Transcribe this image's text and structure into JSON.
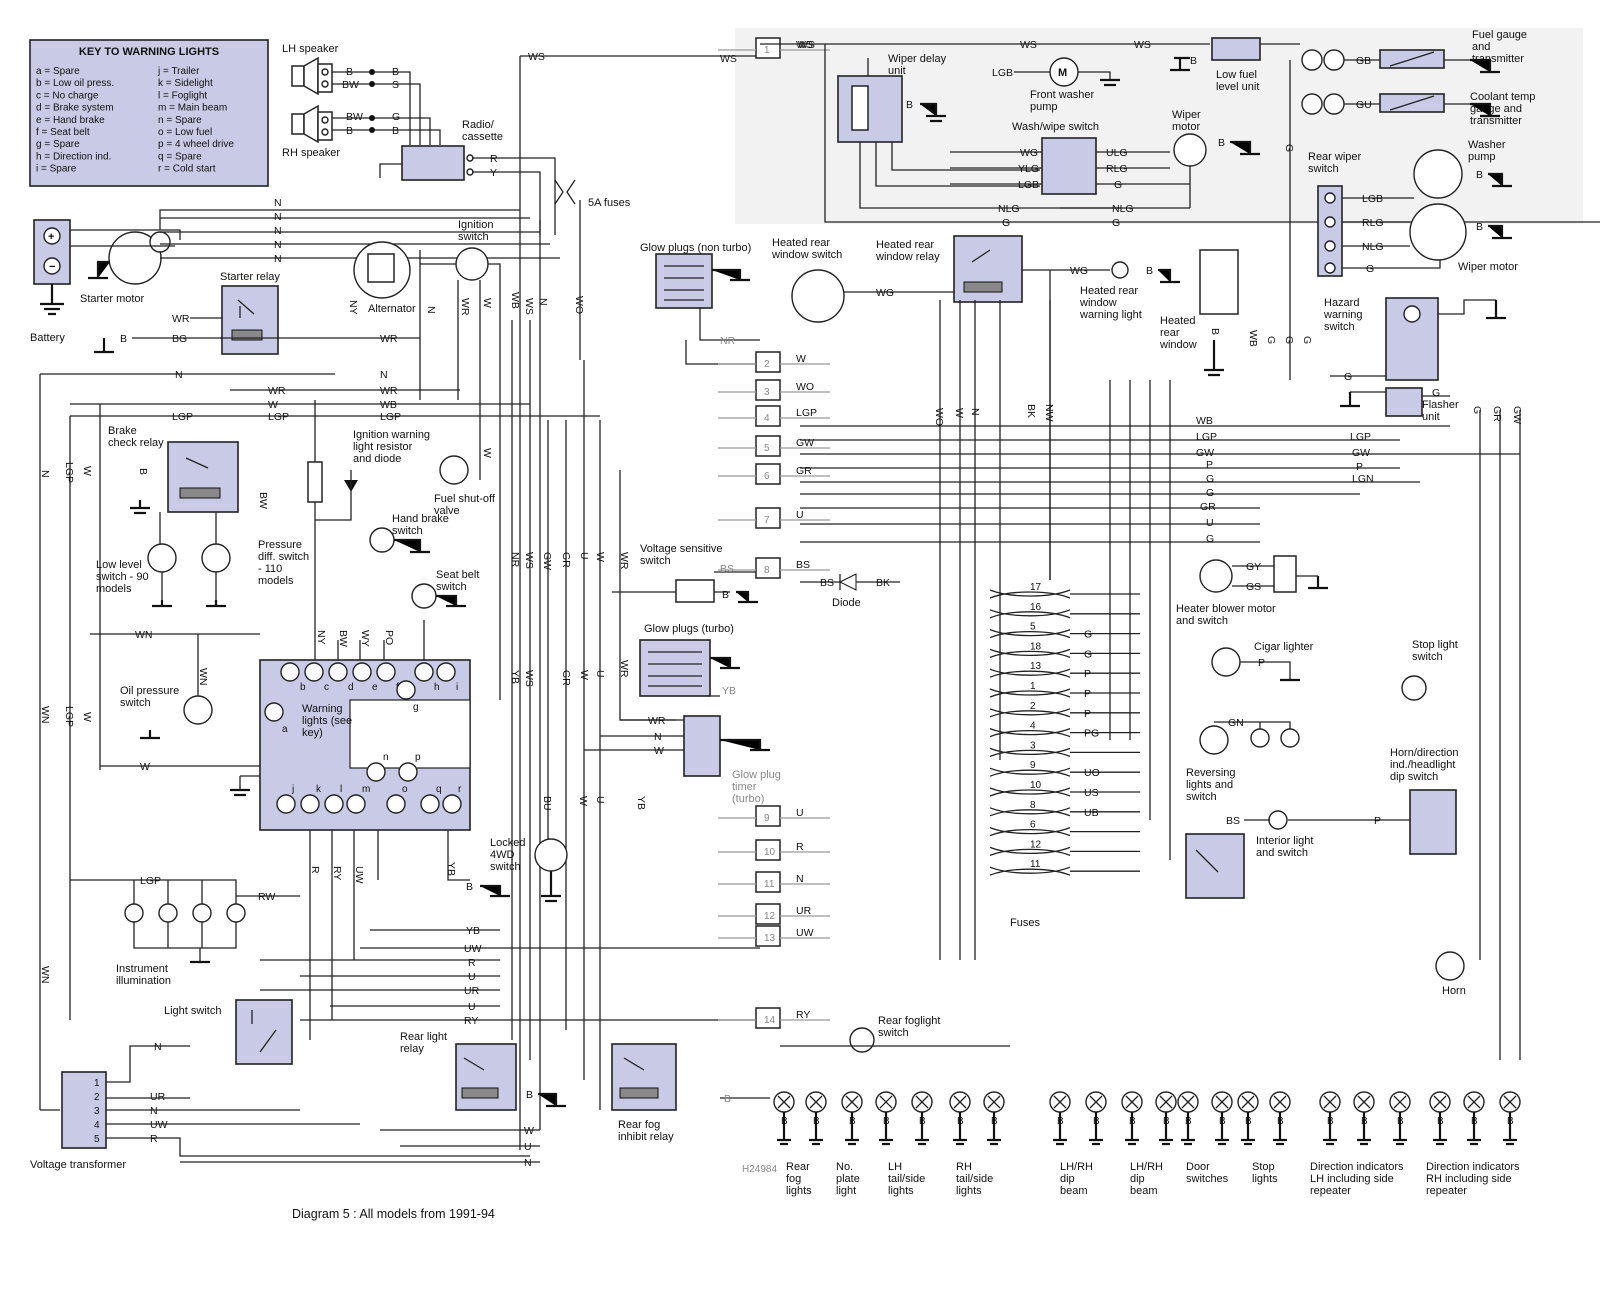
{
  "key": {
    "title": "KEY TO WARNING LIGHTS",
    "left": [
      "a = Spare",
      "b = Low oil press.",
      "c = No charge",
      "d = Brake system",
      "e = Hand brake",
      "f = Seat belt",
      "g = Spare",
      "h = Direction ind.",
      "i = Spare"
    ],
    "right": [
      "j = Trailer",
      "k = Sidelight",
      "l = Foglight",
      "m = Main beam",
      "n = Spare",
      "o = Low fuel",
      "p = 4 wheel drive",
      "q = Spare",
      "r = Cold start"
    ]
  },
  "components": {
    "lh_speaker": "LH speaker",
    "rh_speaker": "RH speaker",
    "radio": "Radio/\ncassette",
    "fuses_5a": "5A fuses",
    "battery": "Battery",
    "starter_motor": "Starter motor",
    "starter_relay": "Starter relay",
    "alternator": "Alternator",
    "ignition_switch": "Ignition\nswitch",
    "brake_check_relay": "Brake\ncheck relay",
    "ign_resistor": "Ignition warning\nlight resistor\nand diode",
    "fuel_shutoff": "Fuel shut-off\nvalve",
    "low_level_switch": "Low level\nswitch - 90\nmodels",
    "pressure_diff": "Pressure\ndiff. switch\n- 110\nmodels",
    "hand_brake_switch": "Hand brake\nswitch",
    "seat_belt_switch": "Seat belt\nswitch",
    "oil_pressure_switch": "Oil pressure\nswitch",
    "warning_lights": "Warning\nlights (see\nkey)",
    "instrument_illumination": "Instrument\nillumination",
    "light_switch": "Light switch",
    "voltage_transformer": "Voltage transformer",
    "locked_4wd": "Locked\n4WD\nswitch",
    "rear_light_relay": "Rear light\nrelay",
    "rear_fog_inhibit": "Rear fog\ninhibit relay",
    "glow_plugs_nonturbo": "Glow plugs (non turbo)",
    "glow_plugs_turbo": "Glow plugs (turbo)",
    "voltage_sensitive": "Voltage sensitive\nswitch",
    "glow_plug_timer": "Glow plug\ntimer\n(turbo)",
    "wiper_delay": "Wiper delay\nunit",
    "front_washer": "Front washer\npump",
    "wash_wipe": "Wash/wipe switch",
    "wiper_motor_front": "Wiper\nmotor",
    "low_fuel_unit": "Low fuel\nlevel unit",
    "fuel_gauge": "Fuel gauge\nand\ntransmitter",
    "coolant_gauge": "Coolant temp\ngauge and\ntransmitter",
    "rear_wiper_switch": "Rear wiper\nswitch",
    "washer_pump": "Washer\npump",
    "wiper_motor_rear": "Wiper motor",
    "heated_rear_switch": "Heated rear\nwindow switch",
    "heated_rear_relay": "Heated rear\nwindow relay",
    "heated_rear_warning": "Heated rear\nwindow\nwarning light",
    "heated_rear_window": "Heated\nrear\nwindow",
    "hazard_switch": "Hazard\nwarning\nswitch",
    "flasher_unit": "Flasher\nunit",
    "diode": "Diode",
    "heater_blower": "Heater blower motor\nand switch",
    "cigar_lighter": "Cigar lighter",
    "stop_light_switch": "Stop light\nswitch",
    "reversing_lights": "Reversing\nlights and\nswitch",
    "interior_light": "Interior light\nand switch",
    "horn_switch": "Horn/direction\nind./headlight\ndip switch",
    "horn": "Horn",
    "fuses": "Fuses",
    "rear_foglight_switch": "Rear foglight\nswitch",
    "ref": "H24984"
  },
  "bottom_labels": [
    "Rear\nfog\nlights",
    "No.\nplate\nlight",
    "LH\ntail/side\nlights",
    "RH\ntail/side\nlights",
    "LH/RH\ndip\nbeam",
    "LH/RH\ndip\nbeam",
    "Door\nswitches",
    "Stop\nlights",
    "Direction indicators\nLH including side\nrepeater",
    "Direction indicators\nRH including side\nrepeater"
  ],
  "caption": "Diagram 5 : All models from 1991-94",
  "connector_numbers": [
    "1",
    "2",
    "3",
    "4",
    "5",
    "6",
    "7",
    "8",
    "9",
    "10",
    "11",
    "12",
    "13",
    "14"
  ],
  "connector_wires": [
    "WS",
    "W",
    "WO",
    "LGP",
    "GW",
    "GR",
    "U",
    "BS",
    "U",
    "R",
    "N",
    "UR",
    "UW",
    "RY"
  ],
  "fuse_numbers": [
    "17",
    "16",
    "5",
    "18",
    "13",
    "1",
    "2",
    "4",
    "3",
    "9",
    "10",
    "8",
    "6",
    "12",
    "11"
  ],
  "fuse_wires": [
    "",
    "",
    "G",
    "G",
    "P",
    "P",
    "P",
    "PG",
    "",
    "UO",
    "US",
    "UB",
    "",
    "",
    ""
  ],
  "transformer_pins": [
    "1",
    "2",
    "3",
    "4",
    "5"
  ],
  "transformer_wires": [
    "",
    "UR",
    "N",
    "UW",
    "R"
  ],
  "warning_letters_top": [
    "b",
    "c",
    "d",
    "e",
    "f",
    "h",
    "i"
  ],
  "warning_letters_bottom": [
    "j",
    "k",
    "l",
    "m",
    "o",
    "q",
    "r"
  ]
}
